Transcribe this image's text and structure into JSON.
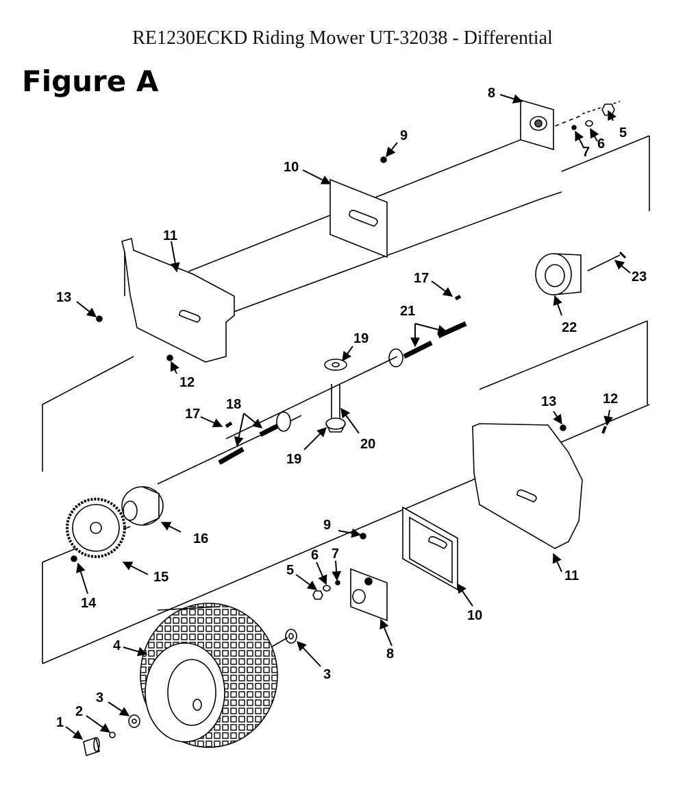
{
  "title": "RE1230ECKD Riding Mower UT-32038 - Differential",
  "figure_label": "Figure A",
  "callouts": [
    "1",
    "2",
    "3",
    "3",
    "4",
    "5",
    "5",
    "6",
    "6",
    "7",
    "7",
    "8",
    "8",
    "9",
    "9",
    "10",
    "10",
    "11",
    "11",
    "12",
    "12",
    "13",
    "13",
    "14",
    "15",
    "16",
    "17",
    "17",
    "18",
    "19",
    "19",
    "20",
    "21",
    "22",
    "23"
  ]
}
